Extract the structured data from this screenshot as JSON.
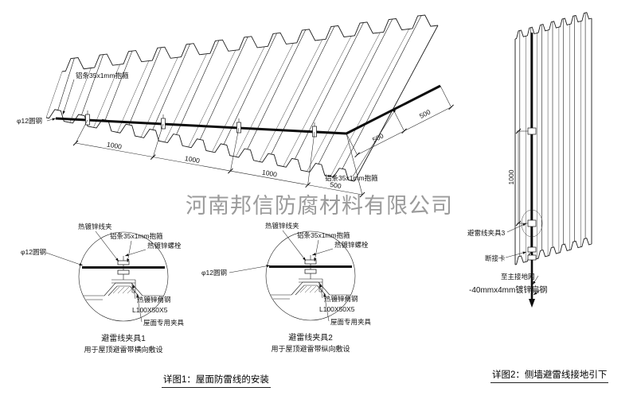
{
  "watermark": "河南邦信防腐材料有限公司",
  "main_drawing": {
    "alu_strip_top": "铝条35x1mm抱箍",
    "alu_strip_right": "铝条35x1mm抱箍",
    "round_steel": "φ12圆钢",
    "dims": [
      "1000",
      "1000",
      "1000",
      "500"
    ],
    "dims_right": [
      "500",
      "500"
    ]
  },
  "detail1": {
    "title": "避雷线夹具1",
    "subtitle": "用于屋顶避雷带横向敷设",
    "clip": "热镀锌线夹",
    "alu_strip": "铝条35x1mm抱箍",
    "bolt": "热镀锌螺栓",
    "round_steel": "φ12圆钢",
    "angle_steel": "热镀锌角钢",
    "angle_spec": "L100X50X5",
    "roof_clamp": "屋面专用夹具"
  },
  "detail2": {
    "title": "避雷线夹具2",
    "subtitle": "用于屋顶避雷带纵向敷设",
    "clip": "热镀锌线夹",
    "alu_strip": "铝条35x1mm抱箍",
    "bolt": "热镀锌螺栓",
    "round_steel": "φ12圆钢",
    "angle_steel": "热镀锌角钢",
    "angle_spec": "L100X50X5",
    "roof_clamp": "屋面专用夹具"
  },
  "wall_drawing": {
    "clamp3": "避雷线夹具3",
    "disconnect": "断接卡",
    "to_ground": "至主接地网",
    "flat_steel": "-40mmx4mm镀锌扁钢",
    "dim": "1000"
  },
  "captions": {
    "detail1": "详图1：屋面防雷线的安装",
    "detail2": "详图2：侧墙避雷线接地引下"
  },
  "colors": {
    "line": "#1c1c1c",
    "highlight_red": "#cc0000",
    "watermark_gray": "#9b9b9b"
  }
}
